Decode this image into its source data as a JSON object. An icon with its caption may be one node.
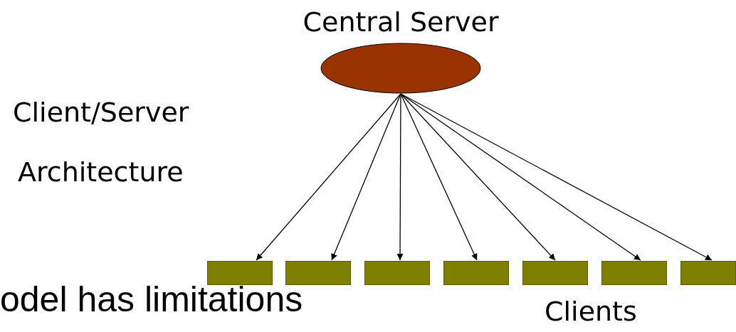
{
  "diagram": {
    "nodes": [
      {
        "text": [
          "Central Server"
        ]
      },
      {
        "text": [],
        "shape": "box"
      },
      {
        "text": [],
        "shape": "box"
      },
      {
        "text": [],
        "shape": "box"
      },
      {
        "text": [],
        "shape": "box"
      },
      {
        "text": [],
        "shape": "box"
      },
      {
        "text": [],
        "shape": "box"
      },
      {
        "text": [],
        "shape": "box"
      }
    ],
    "edges": [
      {
        "from": 0,
        "to": 1,
        "arrow": "to"
      },
      {
        "from": 0,
        "to": 2,
        "arrow": "to"
      },
      {
        "from": 0,
        "to": 3,
        "arrow": "to"
      },
      {
        "from": 0,
        "to": 4,
        "arrow": "to"
      },
      {
        "from": 0,
        "to": 5,
        "arrow": "to"
      },
      {
        "from": 0,
        "to": 6,
        "arrow": "to"
      },
      {
        "from": 0,
        "to": 7,
        "arrow": "to"
      }
    ],
    "labels": [
      "Client/Server",
      "Architecture",
      "odel has limitations",
      "Clients"
    ]
  }
}
